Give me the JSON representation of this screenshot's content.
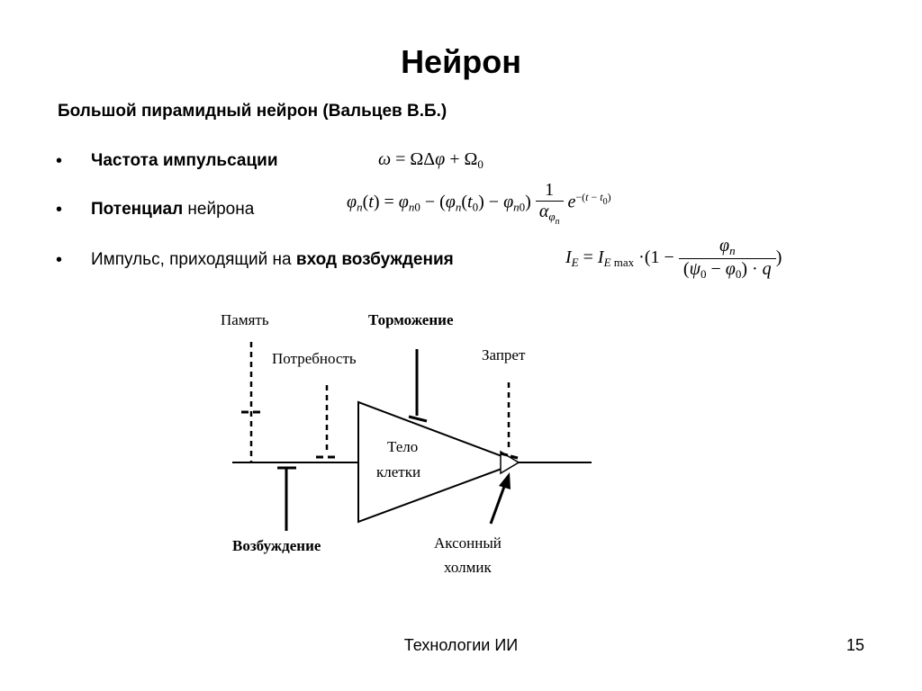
{
  "slide": {
    "title": "Нейрон",
    "subtitle": "Большой пирамидный нейрон (Вальцев В.Б.)",
    "bullet_symbol": "•",
    "bullets": [
      {
        "strong": "Частота импульсации"
      },
      {
        "strong": "Потенциал",
        "rest": " нейрона"
      },
      {
        "lead": "Импульс, приходящий на ",
        "strong": "вход возбуждения"
      }
    ],
    "footer": "Технологии ИИ",
    "page_number": "15"
  },
  "diagram": {
    "labels": {
      "memory": "Память",
      "need": "Потребность",
      "inhibition": "Торможение",
      "ban": "Запрет",
      "cell_body_line1": "Тело",
      "cell_body_line2": "клетки",
      "excitation": "Возбуждение",
      "axon_line1": "Аксонный",
      "axon_line2": "холмик"
    }
  }
}
